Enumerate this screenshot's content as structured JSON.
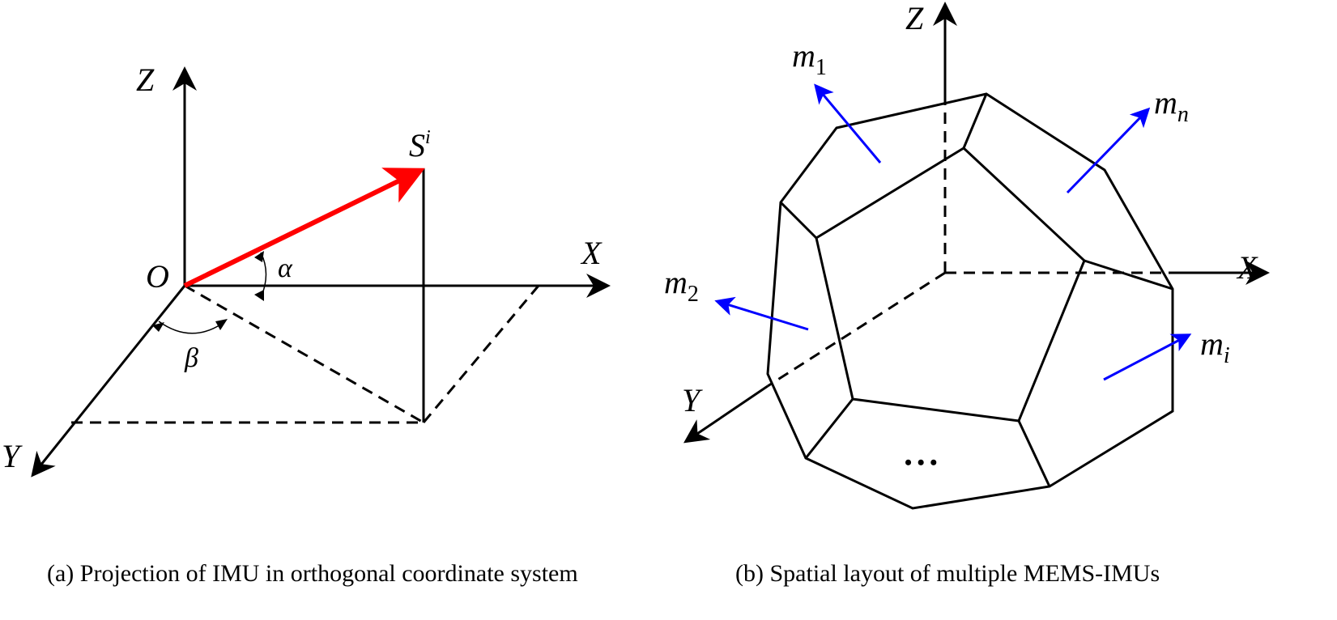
{
  "panel_a": {
    "axis_z": "Z",
    "axis_x": "X",
    "axis_y": "Y",
    "origin": "O",
    "vector_base": "S",
    "vector_sup": "i",
    "angle_alpha": "α",
    "angle_beta": "β",
    "caption": "(a) Projection of IMU in orthogonal coordinate system",
    "vector_color": "#ff0000"
  },
  "panel_b": {
    "axis_z": "Z",
    "axis_x": "X",
    "axis_y": "Y",
    "m1_base": "m",
    "m1_sub": "1",
    "m2_base": "m",
    "m2_sub": "2",
    "mn_base": "m",
    "mn_sub": "n",
    "mi_base": "m",
    "mi_sub": "i",
    "ellipsis": "• • •",
    "caption": "(b) Spatial layout of multiple MEMS-IMUs",
    "arrow_color": "#0000ff"
  }
}
